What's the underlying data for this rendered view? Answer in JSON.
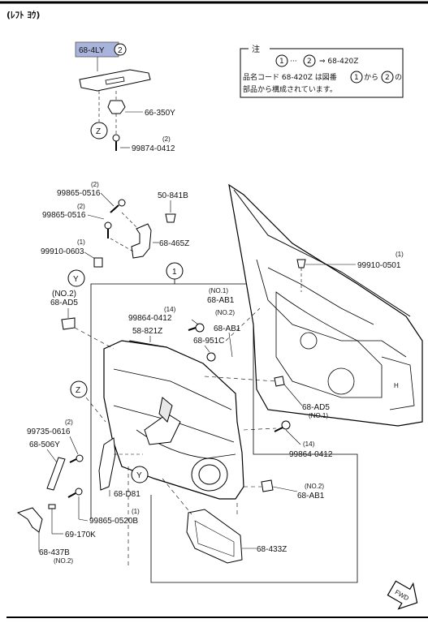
{
  "header": {
    "title": "(ﾚﾌﾄ ﾖｳ)"
  },
  "note": {
    "heading": "注",
    "line1_a": "1",
    "line1_sep": "···",
    "line1_b": "2",
    "line1_arrow": "⇒ 68-420Z",
    "line2": "品名コード 68-420Z は図番",
    "line2_a": "1",
    "line2_mid": "から",
    "line2_b": "2",
    "line2_end": "の",
    "line3": "部品から構成されています。"
  },
  "highlight": {
    "part": "68-4LY",
    "circle": "2",
    "color": "#a9b4dd"
  },
  "circles": {
    "one": "1",
    "y": "Y",
    "z": "Z"
  },
  "parts": {
    "p66_350Y": "66-350Y",
    "p99874_q": "(2)",
    "p99874": "99874-0412",
    "p99865a_q": "(2)",
    "p99865a": "99865-0516",
    "p99865b_q": "(2)",
    "p99865b": "99865-0516",
    "p50_841B": "50-841B",
    "p68_465Z": "68-465Z",
    "p99910a_q": "(1)",
    "p99910a": "99910-0603",
    "p99910b_q": "(1)",
    "p99910b": "99910-0501",
    "p68_AD5a_q": "(NO.2)",
    "p68_AD5a": "68-AD5",
    "p99864a_q": "(14)",
    "p99864a": "99864-0412",
    "p68_AB1a_q": "(NO.1)",
    "p68_AB1a": "68-AB1",
    "p68_AB1b_q": "(NO.2)",
    "p68_AB1b": "68-AB1",
    "p58_821Z": "58-821Z",
    "p68_951C": "68-951C",
    "p68_AD5b": "68-AD5",
    "p68_AD5b_q": "(NO.1)",
    "p99735_q": "(2)",
    "p99735": "99735-0616",
    "p68_506Y": "68-506Y",
    "p99864b_q": "(14)",
    "p99864b": "99864-0412",
    "p68_AB1c_q": "(NO.2)",
    "p68_AB1c": "68-AB1",
    "p68_D81": "68-D81",
    "p99865c_q": "(1)",
    "p99865c": "99865-0520B",
    "p69_170K": "69-170K",
    "p68_437B": "68-437B",
    "p68_437B_q": "(NO.2)",
    "p68_433Z": "68-433Z"
  },
  "fwd": {
    "label": "FWD"
  }
}
